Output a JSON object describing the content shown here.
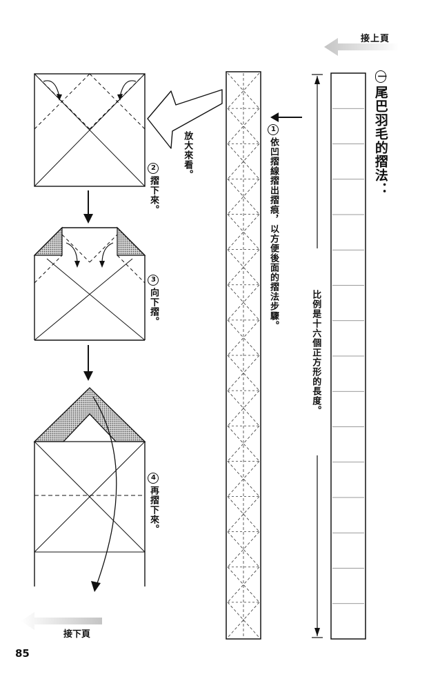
{
  "nav": {
    "prev_page": "接上頁",
    "next_page": "接下頁"
  },
  "section": {
    "number": "一",
    "title": "尾巴羽毛的摺法："
  },
  "ratio_note": "比例是十六個正方形的長度。",
  "zoom_note": "放大來看。",
  "steps": [
    {
      "num": "1",
      "text": "依凹摺線摺出摺痕，以方便後面的摺法步驟。"
    },
    {
      "num": "2",
      "text": "摺下來。"
    },
    {
      "num": "3",
      "text": "向下摺。"
    },
    {
      "num": "4",
      "text": "再摺下來。"
    }
  ],
  "page_number": "85",
  "colors": {
    "ink": "#111111",
    "arrow_gray": "#c8c8c8",
    "shade": "#8a8a8a"
  }
}
